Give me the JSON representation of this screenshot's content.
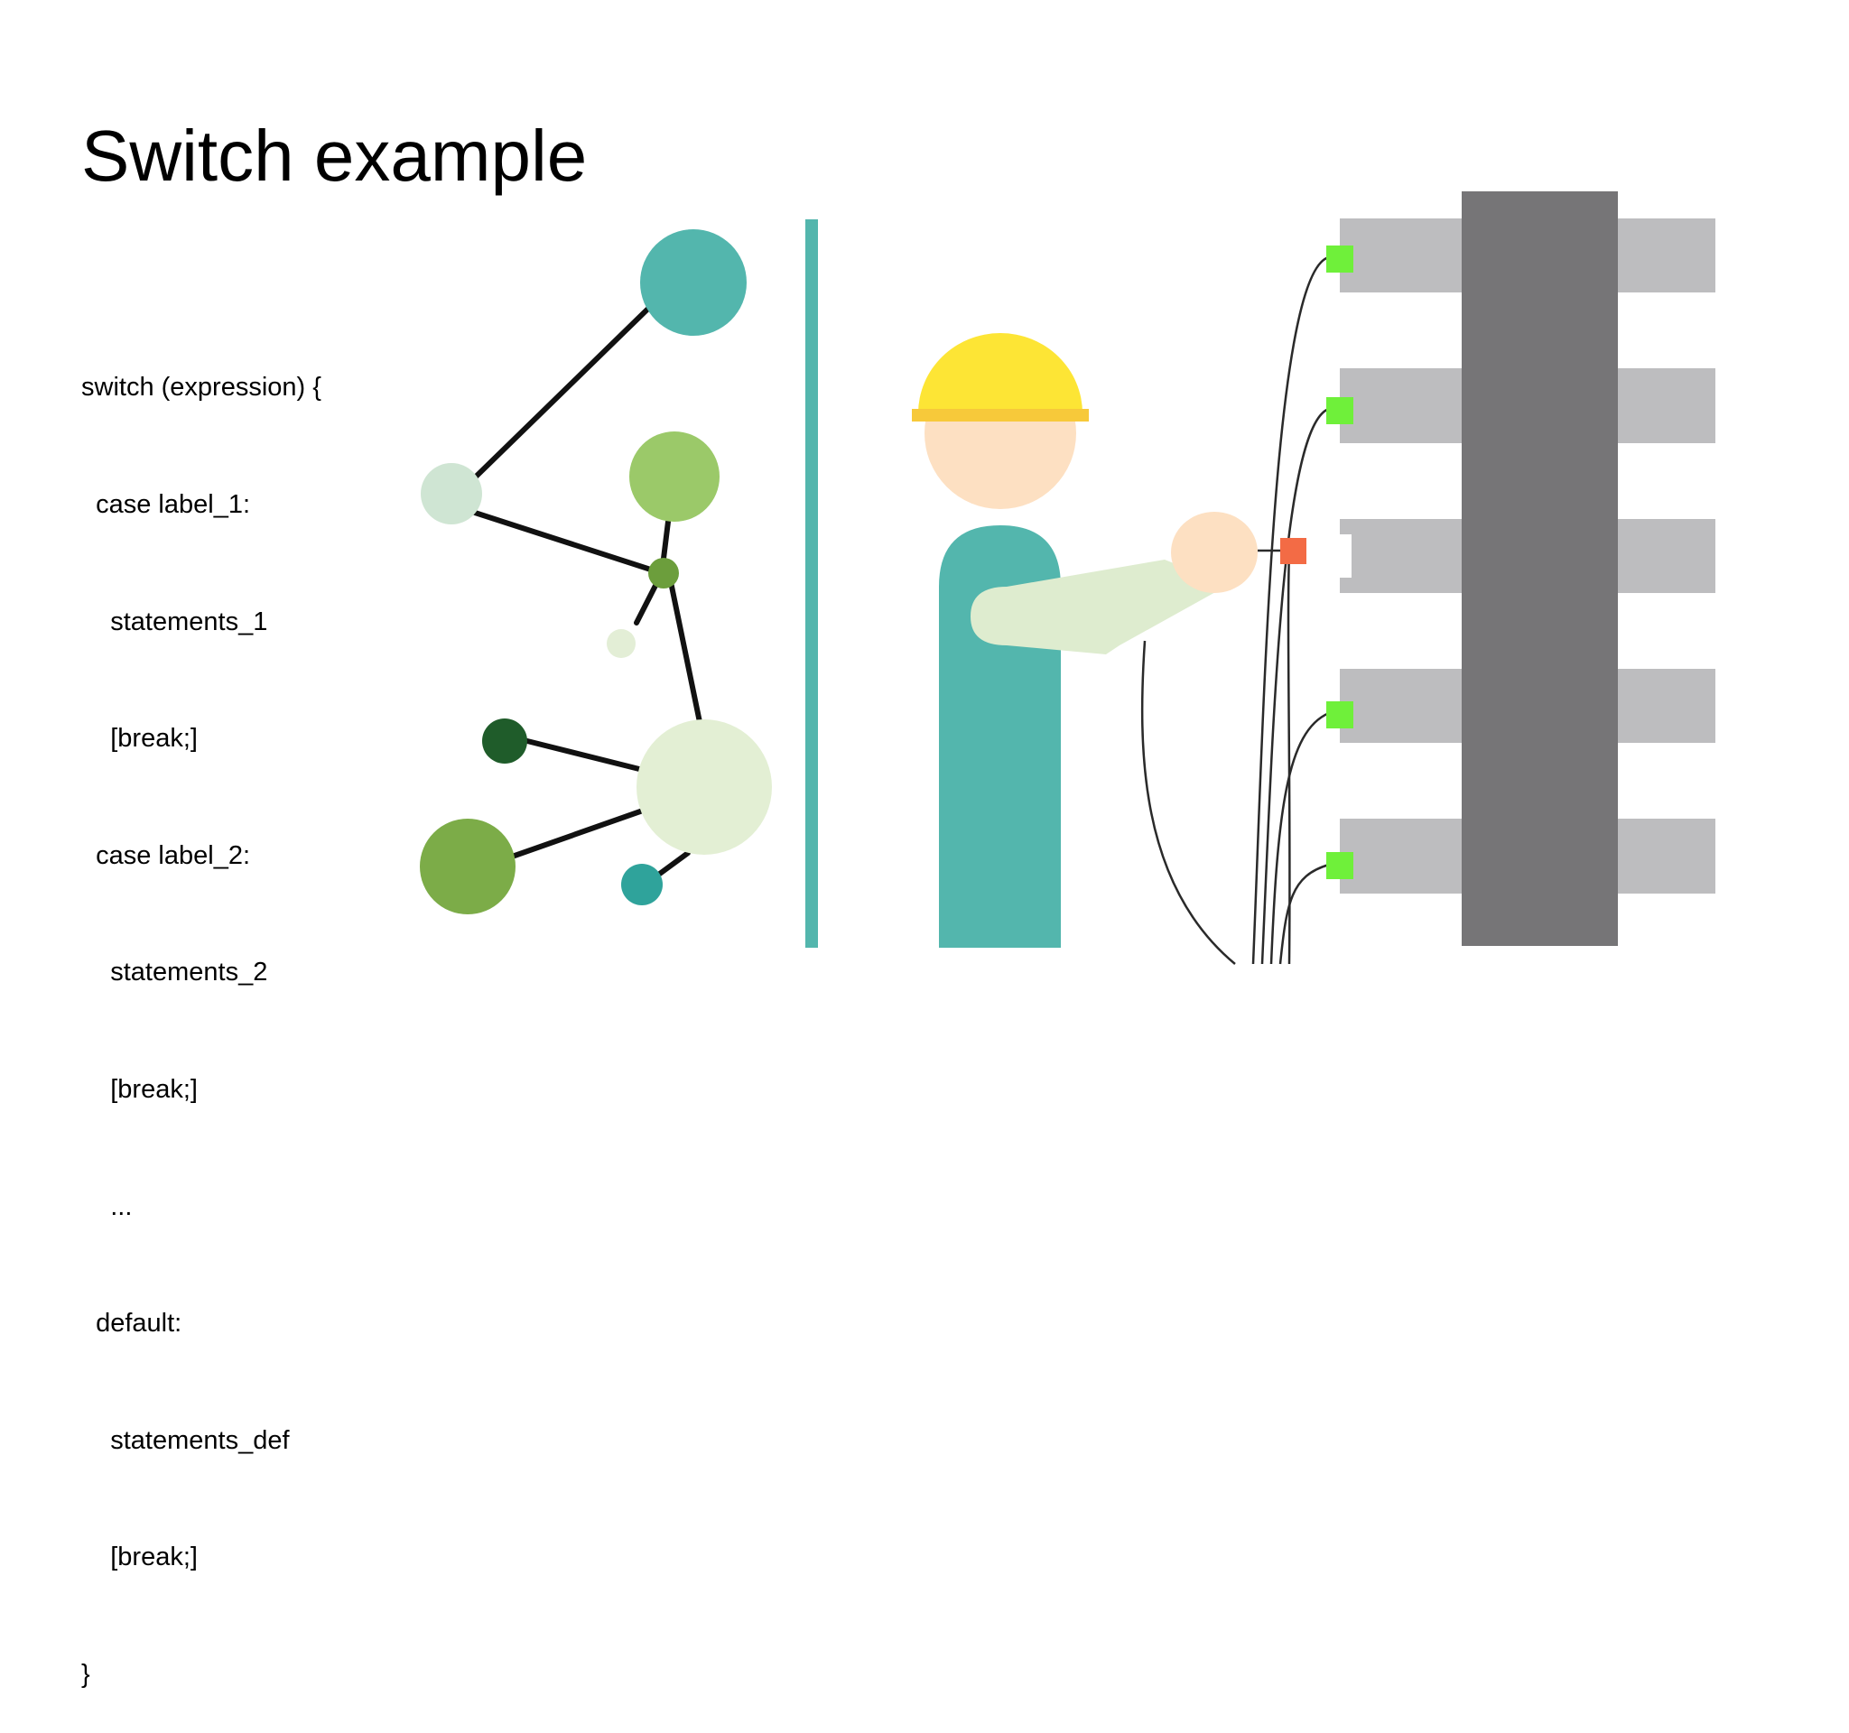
{
  "slide": {
    "title": "Switch example",
    "code_lines": [
      "switch (expression) {",
      "  case label_1:",
      "    statements_1",
      "    [break;]",
      "  case label_2:",
      "    statements_2",
      "    [break;]",
      "    ...",
      "  default:",
      "    statements_def",
      "    [break;]",
      "}"
    ]
  },
  "illustration": {
    "colors": {
      "teal": "#53b6ad",
      "divider": "#53b6ad",
      "helmet": "#fde535",
      "helmet_brim": "#f7c93a",
      "skin": "#fde0c2",
      "sleeve": "#deeccf",
      "light_green": "#9bc969",
      "mid_green": "#7cac48",
      "node_green": "#6c9e3c",
      "dark_green": "#1f5c2a",
      "pale_green": "#cfe5d3",
      "panel_gray": "#bdbdbf",
      "column_gray": "#767577",
      "port_green": "#6ff03a",
      "port_red": "#f36b45",
      "cable": "#2a2a2a"
    },
    "icons": [
      "network-graph-icon",
      "worker-icon",
      "switchboard-icon"
    ]
  }
}
